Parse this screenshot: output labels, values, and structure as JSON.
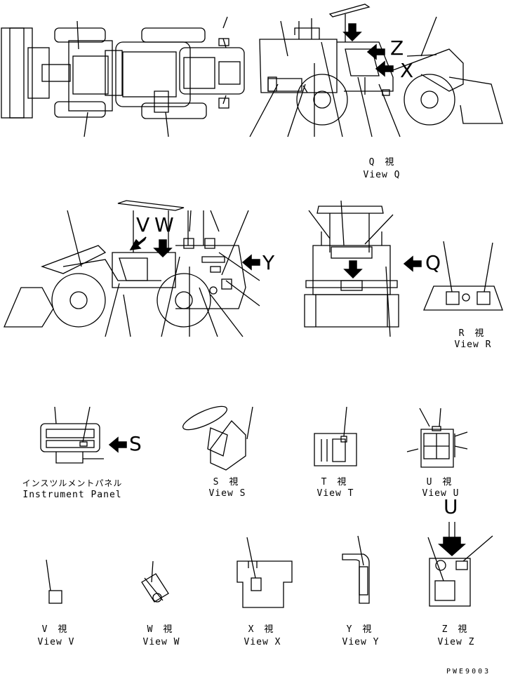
{
  "view_labels": {
    "q_jp": "Q　視",
    "q_en": "View Q",
    "r_jp": "R　視",
    "r_en": "View R",
    "panel_jp": "インスツルメントパネル",
    "panel_en": "Instrument Panel",
    "s_jp": "S　視",
    "s_en": "View S",
    "t_jp": "T　視",
    "t_en": "View T",
    "u_jp": "U　視",
    "u_en": "View U",
    "v_jp": "V　視",
    "v_en": "View V",
    "w_jp": "W　視",
    "w_en": "View W",
    "x_jp": "X　視",
    "x_en": "View X",
    "y_jp": "Y　視",
    "y_en": "View Y",
    "z_jp": "Z　視",
    "z_en": "View Z"
  },
  "arrow_letters": {
    "z": "Z",
    "x": "X",
    "v": "V",
    "w": "W",
    "y": "Y",
    "q": "Q",
    "s": "S",
    "u": "U"
  },
  "drawing_code": "PWE9003"
}
